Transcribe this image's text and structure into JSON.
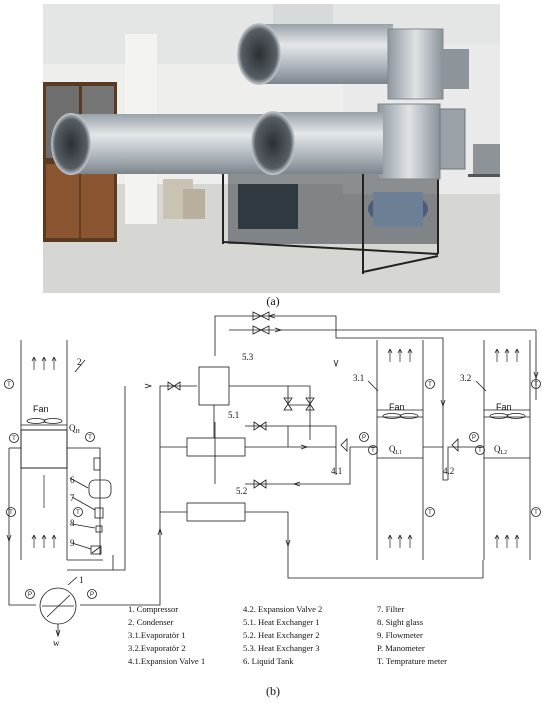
{
  "captions": {
    "a": "(a)",
    "b": "(b)"
  },
  "diagram_labels": {
    "compressor_num": "1",
    "condenser_num": "2",
    "evap1_num": "3.1",
    "evap2_num": "3.2",
    "exv1_num": "4.1",
    "exv2_num": "4.2",
    "hx1_num": "5.1",
    "hx2_num": "5.2",
    "hx3_num": "5.3",
    "tank_num": "6",
    "filter_num": "7",
    "sight_num": "8",
    "flow_num": "9",
    "fan": "Fan",
    "qh": "Q",
    "qh_sub": "H",
    "ql1": "Q",
    "ql1_sub": "L1",
    "ql2": "Q",
    "ql2_sub": "L2",
    "w": "w",
    "t": "T",
    "p": "P"
  },
  "legend": {
    "col1": [
      "1.   Compressor",
      "2.   Condenser",
      "3.1.Evaporatör 1",
      "3.2.Evaporatör 2",
      "4.1.Expansion Valve 1"
    ],
    "col2": [
      "4.2. Expansion Valve 2",
      "5.1. Heat Exchanger 1",
      "5.2. Heat Exchanger 2",
      "5.3. Heat Exchanger 3",
      "6.     Liquid Tank"
    ],
    "col3": [
      "7. Filter",
      "8. Sight glass",
      "9. Flowmeter",
      "P.  Manometer",
      "T.  Temprature meter"
    ]
  },
  "colors": {
    "line": "#1a1a1a",
    "duct": "#b9c0c6",
    "floor": "#d8d8d6",
    "wall": "#efefed"
  }
}
